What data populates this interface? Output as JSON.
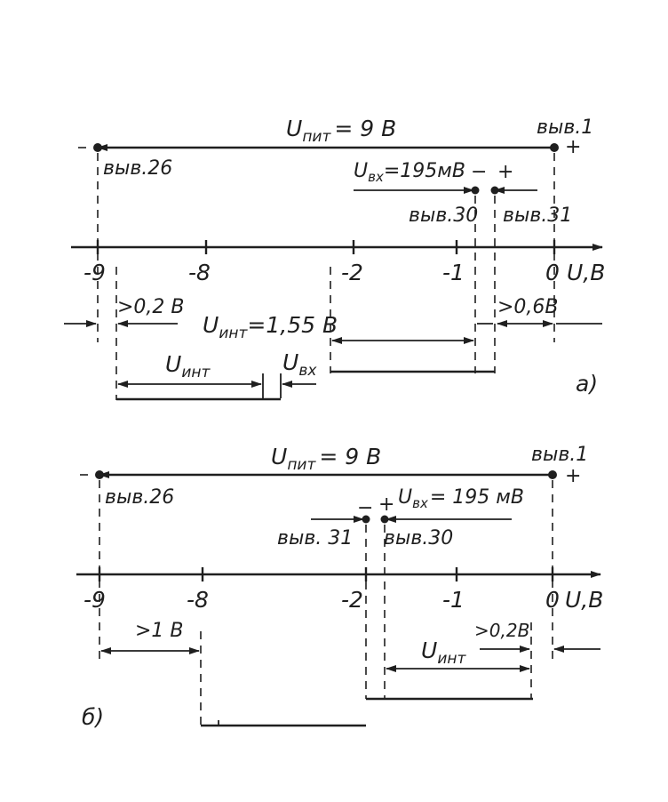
{
  "diagram_a": {
    "supply_label": "U",
    "supply_sub": "пит",
    "supply_value": "= 9 В",
    "pin1": "выв.1",
    "pin26": "выв.26",
    "plus": "+",
    "minus": "−",
    "vin_label": "U",
    "vin_sub": "вх",
    "vin_value": "=195мВ",
    "pin30": "выв.30",
    "pin31": "выв.31",
    "axis_ticks": [
      "-9",
      "-8",
      "-2",
      "-1",
      "0"
    ],
    "axis_label": "U,В",
    "margin_left": ">0,2 В",
    "margin_right": ">0,6В",
    "uint_label": "U",
    "uint_sub": "инт",
    "uint_value": "=1,55 В",
    "uint2_label": "U",
    "uint2_sub": "инт",
    "uvx2_label": "U",
    "uvx2_sub": "вх",
    "caption": "а)"
  },
  "diagram_b": {
    "supply_label": "U",
    "supply_sub": "пит",
    "supply_value": "= 9 В",
    "pin1": "выв.1",
    "pin26": "выв.26",
    "plus": "+",
    "minus": "−",
    "plus2": "+",
    "vin_label": "U",
    "vin_sub": "вх",
    "vin_value": "= 195 мВ",
    "pin31": "выв. 31",
    "pin30": "выв.30",
    "axis_ticks": [
      "-9",
      "-8",
      "-2",
      "-1",
      "0"
    ],
    "axis_label": "U,В",
    "margin_left": ">1 В",
    "margin_right": ">0,2В",
    "uint_label": "U",
    "uint_sub": "инт",
    "caption": "б)"
  }
}
